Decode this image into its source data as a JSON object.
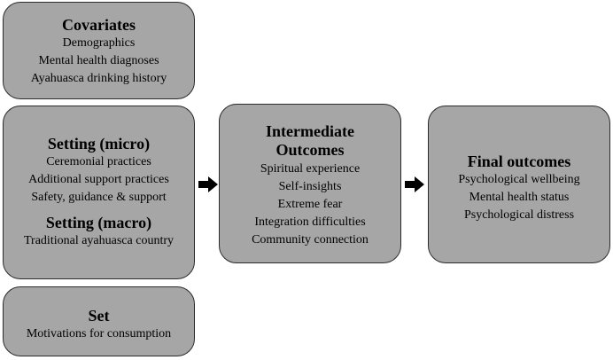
{
  "covariates": {
    "title": "Covariates",
    "items": [
      "Demographics",
      "Mental health diagnoses",
      "Ayahuasca drinking history"
    ]
  },
  "setting_micro": {
    "title": "Setting (micro)",
    "items": [
      "Ceremonial practices",
      "Additional support practices",
      "Safety, guidance & support"
    ]
  },
  "setting_macro": {
    "title": "Setting (macro)",
    "items": [
      "Traditional ayahuasca country"
    ]
  },
  "set": {
    "title": "Set",
    "items": [
      "Motivations for consumption"
    ]
  },
  "intermediate": {
    "title_line1": "Intermediate",
    "title_line2": "Outcomes",
    "items": [
      "Spiritual experience",
      "Self-insights",
      "Extreme fear",
      "Integration difficulties",
      "Community connection"
    ]
  },
  "final": {
    "title": "Final outcomes",
    "items": [
      "Psychological wellbeing",
      "Mental health status",
      "Psychological distress"
    ]
  },
  "colors": {
    "box_fill": "#a6a6a6",
    "box_border": "#2b2b2b",
    "arrow": "#000000"
  }
}
